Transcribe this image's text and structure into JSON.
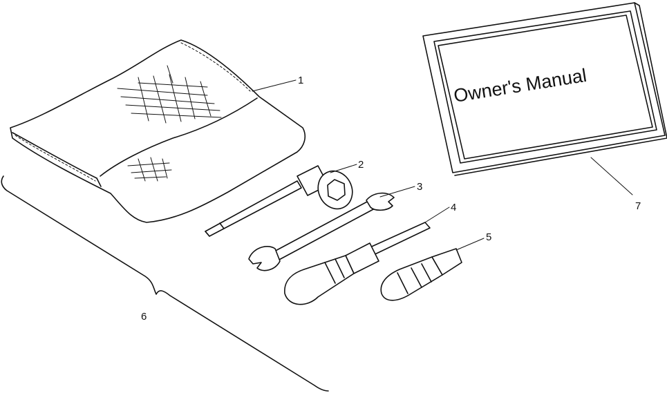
{
  "manual": {
    "title": "Owner's Manual"
  },
  "callouts": [
    {
      "id": "1",
      "label": "1"
    },
    {
      "id": "2",
      "label": "2"
    },
    {
      "id": "3",
      "label": "3"
    },
    {
      "id": "4",
      "label": "4"
    },
    {
      "id": "5",
      "label": "5"
    },
    {
      "id": "6",
      "label": "6"
    },
    {
      "id": "7",
      "label": "7"
    }
  ]
}
